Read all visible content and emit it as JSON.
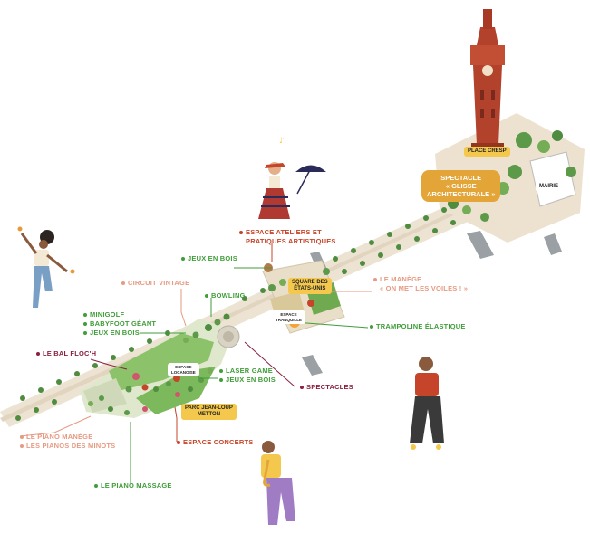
{
  "colors": {
    "green": "#3f9e38",
    "red": "#c6452a",
    "salmon": "#e79a82",
    "maroon": "#8b2040",
    "tag": "#f3c84d",
    "tag_dark": "#e4a538"
  },
  "places": {
    "place_cresp": "PLACE CRESP",
    "spectacle_1": "SPECTACLE",
    "spectacle_2": "« GLISSE",
    "spectacle_3": "ARCHITECTURALE »",
    "mairie": "MAIRIE",
    "square_1": "SQUARE DES",
    "square_2": "ÉTATS-UNIS",
    "espace_tranquille_1": "ESPACE",
    "espace_tranquille_2": "TRANQUILLE",
    "espace_locanoise_1": "ESPACE",
    "espace_locanoise_2": "LOCANOISE",
    "parc_1": "PARC JEAN-LOUP",
    "parc_2": "METTON"
  },
  "labels": {
    "ateliers_1": "ESPACE ATELIERS ET",
    "ateliers_2": "PRATIQUES ARTISTIQUES",
    "jeux_bois_top": "JEUX EN BOIS",
    "circuit": "CIRCUIT VINTAGE",
    "bowling": "BOWLING",
    "minigolf": "MINIGOLF",
    "babyfoot": "BABYFOOT GÉANT",
    "jeux_bois_left": "JEUX EN BOIS",
    "bal": "LE BAL FLOC'H",
    "manege_1": "LE MANÈGE",
    "manege_2": "« ON MET LES VOILES ! »",
    "trampoline": "TRAMPOLINE ÉLASTIQUE",
    "laser": "LASER GAME",
    "jeux_bois_mid": "JEUX EN BOIS",
    "spectacles": "SPECTACLES",
    "piano_manege": "LE PIANO MANÈGE",
    "pianos_minots": "LES PIANOS DES MINOTS",
    "espace_concerts": "ESPACE CONCERTS",
    "piano_massage": "LE PIANO MASSAGE"
  }
}
